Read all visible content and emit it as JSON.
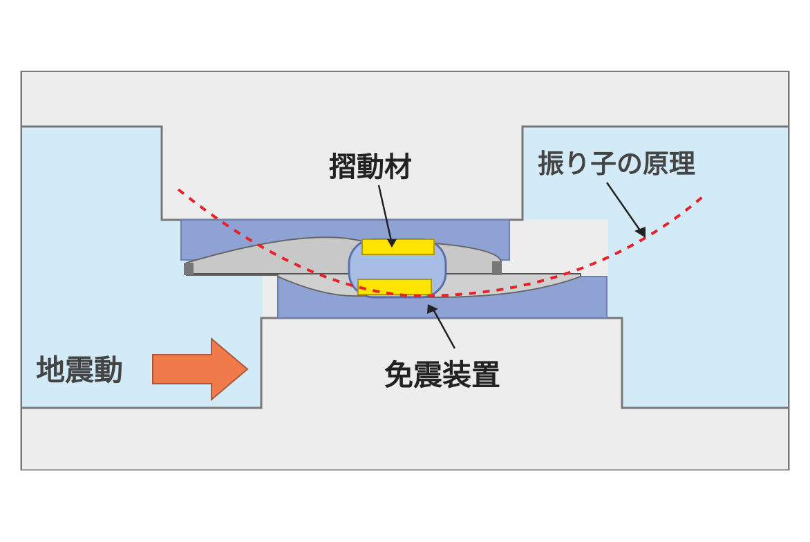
{
  "labels": {
    "sliding_material": "摺動材",
    "pendulum_principle": "振り子の原理",
    "earthquake_motion": "地震動",
    "seismic_isolation_device": "免震装置"
  },
  "colors": {
    "background_box": "#ededed",
    "frame_stroke": "#777777",
    "ground_blue": "#d3eaf7",
    "plate_blue": "#8ea3d4",
    "slider_blue": "#a8bde6",
    "sliding_material_yellow": "#ffe400",
    "pendulum_curve_red": "#e8202a",
    "arrow_orange": "#f07a4a",
    "text_dark": "#222222"
  },
  "icons": {
    "earthquake_arrow": "right-arrow-icon"
  }
}
